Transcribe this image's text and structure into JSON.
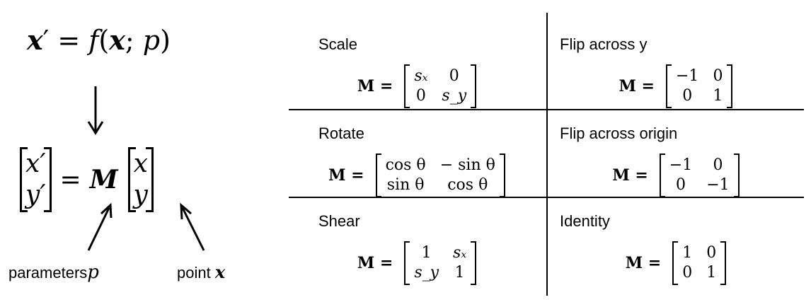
{
  "left": {
    "top_formula": "x′ = f(x; p)",
    "lhs_top": "x′",
    "lhs_bottom": "y′",
    "equals": "=",
    "M": "M",
    "rhs_top": "x",
    "rhs_bottom": "y",
    "label_parameters": "parameters",
    "label_p": "p",
    "label_point": "point",
    "label_x": "x"
  },
  "table": {
    "cells": [
      {
        "title": "Scale",
        "M": "M =",
        "entries": [
          "sₓ",
          "0",
          "0",
          "s_y"
        ]
      },
      {
        "title": "Flip across y",
        "M": "M =",
        "entries": [
          "−1",
          "0",
          "0",
          "1"
        ]
      },
      {
        "title": "Rotate",
        "M": "M =",
        "entries": [
          "cos θ",
          "− sin θ",
          "sin θ",
          "cos θ"
        ]
      },
      {
        "title": "Flip across origin",
        "M": "M =",
        "entries": [
          "−1",
          "0",
          "0",
          "−1"
        ]
      },
      {
        "title": "Shear",
        "M": "M =",
        "entries": [
          "1",
          "sₓ",
          "s_y",
          "1"
        ]
      },
      {
        "title": "Identity",
        "M": "M =",
        "entries": [
          "1",
          "0",
          "0",
          "1"
        ]
      }
    ]
  }
}
